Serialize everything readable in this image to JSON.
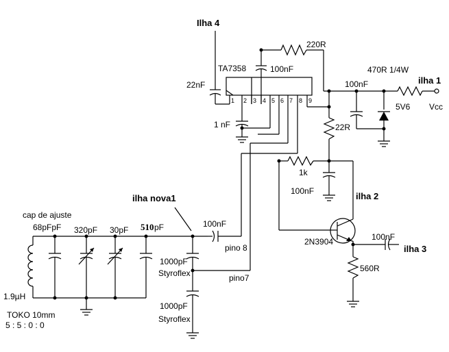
{
  "labels": {
    "ilha4": "Ilha 4",
    "ilha1": "ilha 1",
    "ilha2": "ilha 2",
    "ilha3": "ilha 3",
    "ilha_nova1": "ilha nova1",
    "ic_name": "TA7358",
    "r_220": "220R",
    "c_100n_top": "100nF",
    "c_22n": "22nF",
    "r_470": "470R 1/4W",
    "c_100n_right": "100nF",
    "zener": "5V6",
    "vcc": "Vcc",
    "c_1n": "1 nF",
    "r_22": "22R",
    "r_1k": "1k",
    "c_100n_mid": "100nF",
    "cap_ajuste": "cap de ajuste",
    "c_68p": "68pFpF",
    "c_320p": "320pF",
    "c_30p": "30pF",
    "c_510p": "510",
    "c_510p_unit": "pF",
    "c_100n_in": "100nF",
    "pino8": "pino 8",
    "pino7": "pino7",
    "transistor": "2N3904",
    "c_100n_out": "100nF",
    "r_560": "560R",
    "c_1000p_a": "1000pF",
    "styro_a": "Styroflex",
    "c_1000p_b": "1000pF",
    "styro_b": "Styroflex",
    "inductor": "1.9µH",
    "toko": "TOKO 10mm",
    "ratio": "5 : 5 : 0 : 0"
  },
  "pins": [
    "1",
    "2",
    "3",
    "4",
    "5",
    "6",
    "7",
    "8",
    "9"
  ]
}
